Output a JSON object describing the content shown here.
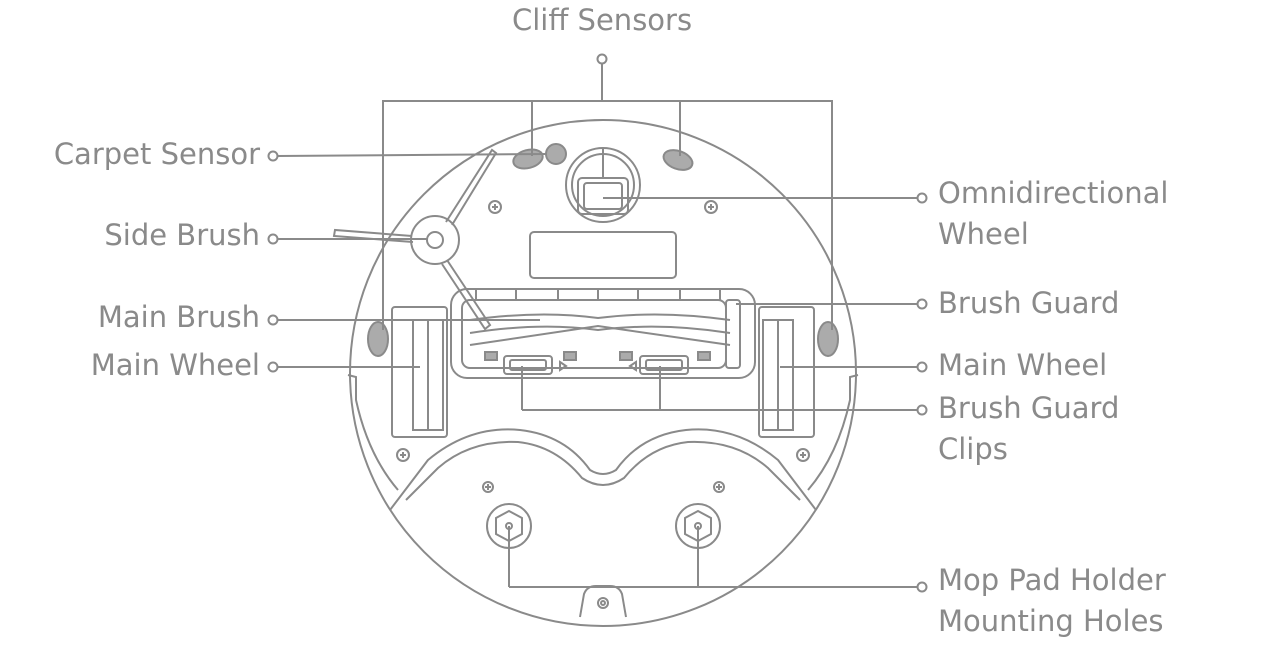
{
  "colors": {
    "line": "#8a8a8a",
    "text": "#8a8a8a",
    "fill": "#ababab"
  },
  "labels": {
    "cliff_sensors": "Cliff Sensors",
    "carpet_sensor": "Carpet Sensor",
    "side_brush": "Side Brush",
    "main_brush": "Main Brush",
    "main_wheel_left": "Main Wheel",
    "omni_wheel_l1": "Omnidirectional",
    "omni_wheel_l2": "Wheel",
    "brush_guard": "Brush Guard",
    "main_wheel_right": "Main Wheel",
    "brush_guard_clips_l1": "Brush Guard",
    "brush_guard_clips_l2": "Clips",
    "mop_pad_l1": "Mop Pad Holder",
    "mop_pad_l2": "Mounting Holes"
  }
}
